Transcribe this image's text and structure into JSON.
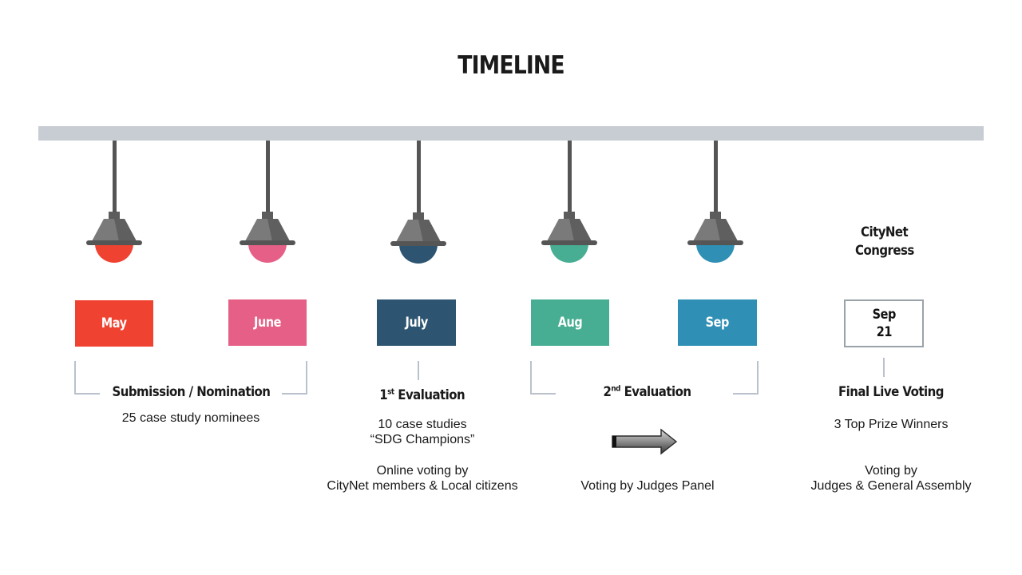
{
  "title": "TIMELINE",
  "months": [
    {
      "label": "May",
      "color": "#ef4230",
      "bulb": "#ef4230"
    },
    {
      "label": "June",
      "color": "#e55f86",
      "bulb": "#e55f86"
    },
    {
      "label": "July",
      "color": "#2d5470",
      "bulb": "#2d5470"
    },
    {
      "label": "Aug",
      "color": "#47ae93",
      "bulb": "#47ae93"
    },
    {
      "label": "Sep",
      "color": "#2f8fb4",
      "bulb": "#2f8fb4"
    }
  ],
  "congress": {
    "line1": "CityNet",
    "line2": "Congress",
    "date_line1": "Sep",
    "date_line2": "21"
  },
  "phases": {
    "submission": {
      "title": "Submission / Nomination",
      "text": "25 case study nominees"
    },
    "first_eval": {
      "title_num": "1",
      "title_sup": "st",
      "title_rest": " Evaluation",
      "line1": "10 case studies",
      "line2": "“SDG Champions”",
      "line3": "Online voting by",
      "line4": "CityNet members & Local citizens"
    },
    "second_eval": {
      "title_num": "2",
      "title_sup": "nd",
      "title_rest": " Evaluation",
      "text": "Voting by Judges Panel"
    },
    "final": {
      "title": "Final Live Voting",
      "line1": "3 Top Prize Winners",
      "line2": "Voting by",
      "line3": "Judges & General Assembly"
    }
  },
  "icons": {
    "lamp": "pendant-lamp-icon",
    "arrow": "right-arrow-icon"
  }
}
